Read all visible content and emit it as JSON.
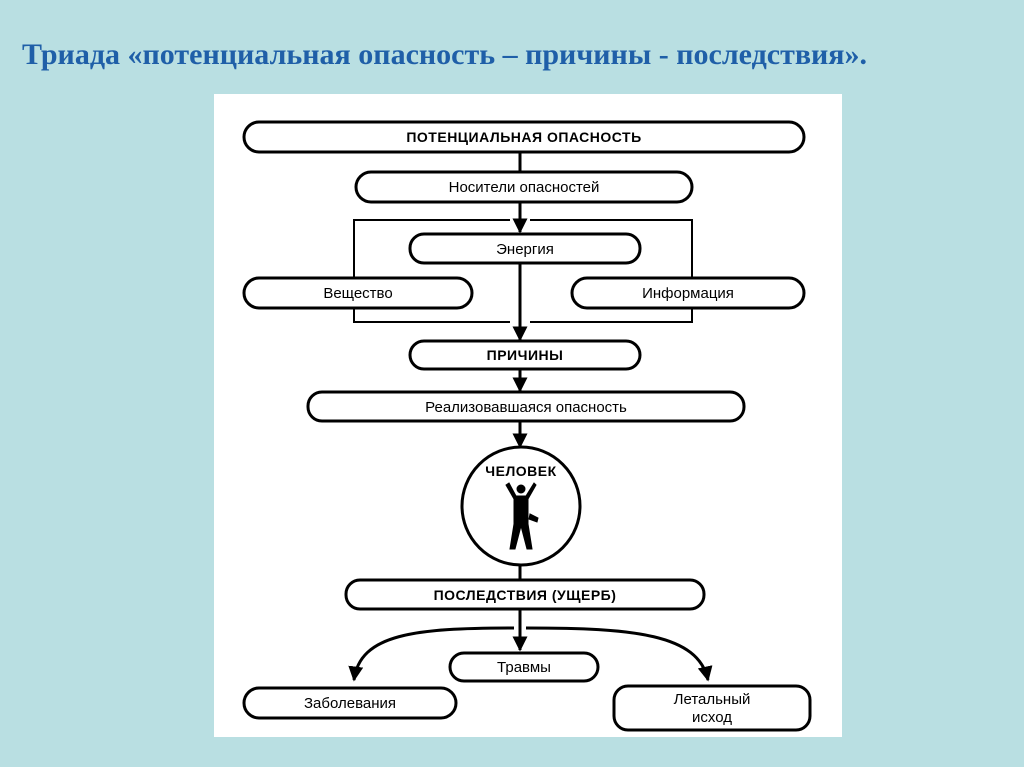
{
  "slide": {
    "title": "Триада «потенциальная опасность – причины - последствия»."
  },
  "diagram": {
    "potential_hazard": "ПОТЕНЦИАЛЬНАЯ ОПАСНОСТЬ",
    "hazard_carriers": "Носители опасностей",
    "energy": "Энергия",
    "substance": "Вещество",
    "information": "Информация",
    "causes": "ПРИЧИНЫ",
    "realized_hazard": "Реализовавшаяся опасность",
    "human": "ЧЕЛОВЕК",
    "consequences": "ПОСЛЕДСТВИЯ (УЩЕРБ)",
    "injuries": "Травмы",
    "diseases": "Заболевания",
    "lethal_line1": "Летальный",
    "lethal_line2": "исход"
  },
  "icons": {
    "human_figure": "person-arms-raised-icon"
  }
}
